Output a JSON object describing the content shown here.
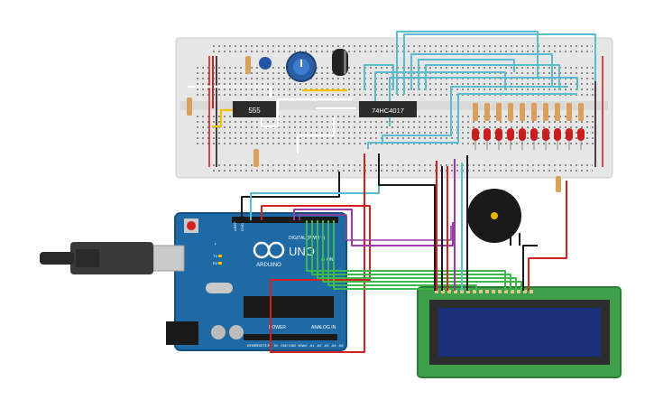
{
  "chips": {
    "timer": "555",
    "counter": "74HC4017"
  },
  "arduino": {
    "logo": "ARDUINO",
    "model": "UNO",
    "digital_label": "DIGITAL (PWM ~)",
    "power_label": "POWER",
    "analog_label": "ANALOG IN",
    "on_label": "ON",
    "tx_label": "TX",
    "rx_label": "RX",
    "l_label": "L",
    "aref_label": "AREF",
    "gnd_label": "GND",
    "power_pins": [
      "IOREF",
      "RESET",
      "3.3V",
      "5V",
      "GND",
      "GND",
      "VIN"
    ],
    "analog_pins": [
      "A0",
      "A1",
      "A2",
      "A3",
      "A4",
      "A5"
    ]
  },
  "colors": {
    "breadboard": "#e6e6e6",
    "board": "#1f6aa5",
    "lcd_pcb": "#3ea04a",
    "lcd_screen": "#1c2f7a",
    "wire_cyan": "#5bbccd",
    "wire_red": "#d42020",
    "wire_black": "#1a1a1a",
    "wire_green": "#3db84a",
    "wire_purple": "#9b3aa8",
    "wire_yellow": "#f2c200",
    "led_red": "#c81e1e"
  }
}
